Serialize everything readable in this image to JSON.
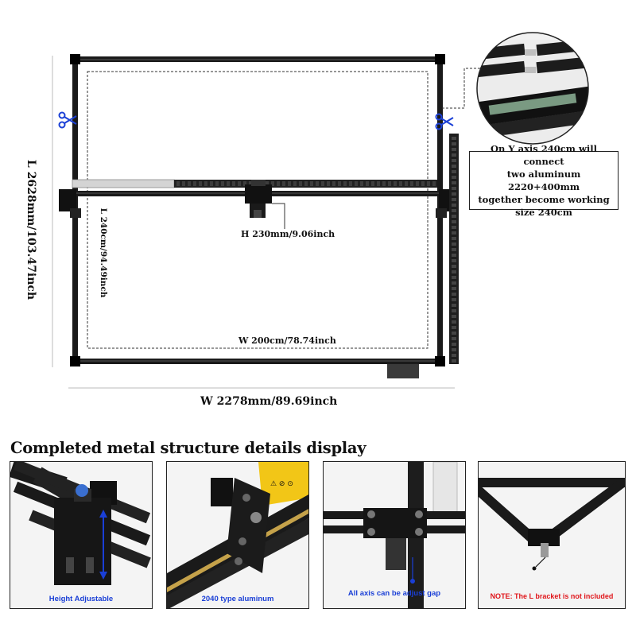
{
  "dimensions": {
    "overall_length": "L 2628mm/103.47inch",
    "overall_width": "W  2278mm/89.69inch",
    "working_length": "L 240cm/94.49inch",
    "working_width": "W 200cm/78.74inch",
    "height": "H 230mm/9.06inch"
  },
  "note": {
    "line1": "On Y axis 240cm will connect",
    "line2": "two aluminum 2220+400mm",
    "line3": "together become working",
    "line4": "size 240cm"
  },
  "section_heading": "Completed metal structure details display",
  "panels": [
    {
      "caption": "Height Adjustable",
      "color": "#1a3fd6"
    },
    {
      "caption": "2040 type aluminum",
      "color": "#1a3fd6"
    },
    {
      "caption": "All axis can be adjust gap",
      "color": "#1a3fd6"
    },
    {
      "caption": "NOTE: The L bracket is not included",
      "color": "#e0161b"
    }
  ],
  "colors": {
    "frame": "#1a1a1a",
    "accent_blue": "#1a3fd6",
    "note_red": "#e0161b",
    "rail_silver": "#c9c9c9"
  },
  "icons": [
    "scissors-icon",
    "scissors-icon"
  ]
}
